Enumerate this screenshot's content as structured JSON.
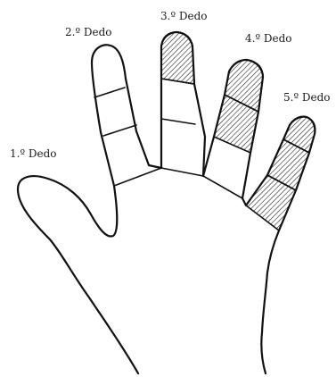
{
  "labels": {
    "finger1": "1.º Dedo",
    "finger2": "2.º Dedo",
    "finger3": "3.º Dedo",
    "finger4": "4.º Dedo",
    "finger5": "5.º Dedo"
  },
  "colors": {
    "outline": "#111111",
    "hatch": "#111111",
    "background": "#ffffff"
  }
}
